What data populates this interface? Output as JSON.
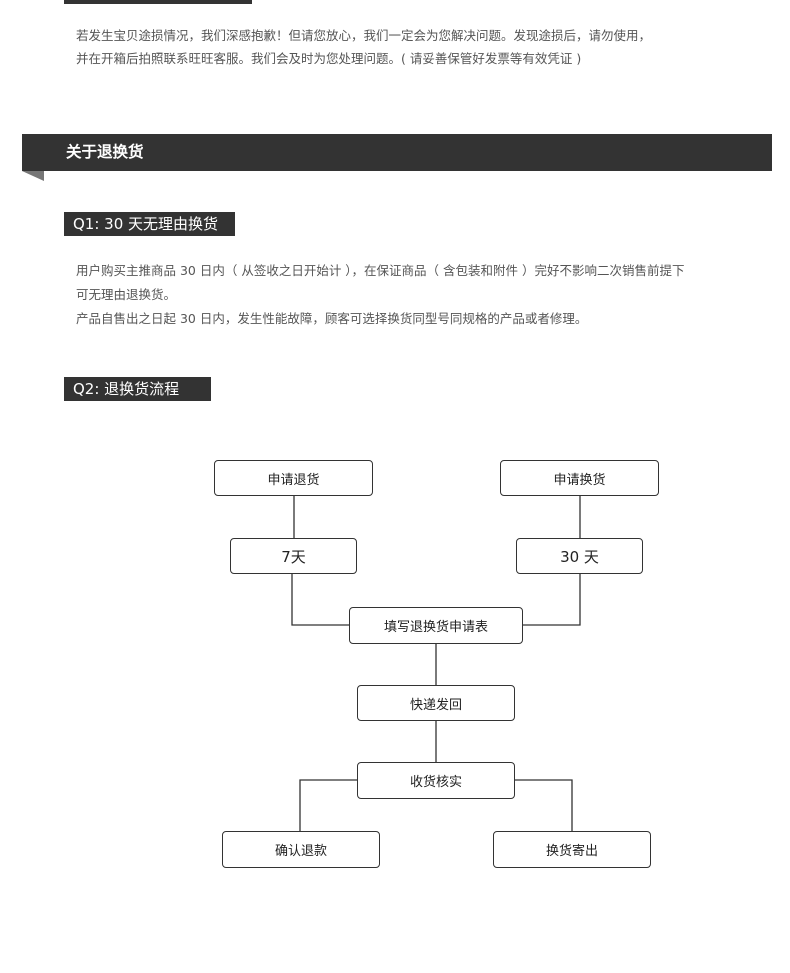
{
  "notice": {
    "line1": "若发生宝贝途损情况，我们深感抱歉！但请您放心，我们一定会为您解决问题。发现途损后，请勿使用，",
    "line2": "并在开箱后拍照联系旺旺客服。我们会及时为您处理问题。( 请妥善保管好发票等有效凭证 )"
  },
  "section": {
    "title": "关于退换货"
  },
  "q1": {
    "label": "Q1: 30 天无理由换货",
    "line1": "用户购买主推商品 30 日内（ 从签收之日开始计 ），在保证商品（ 含包装和附件 ）完好不影响二次销售前提下",
    "line2": "可无理由退换货。",
    "line3": "产品自售出之日起 30 日内，发生性能故障，顾客可选择换货同型号同规格的产品或者修理。"
  },
  "q2": {
    "label": "Q2: 退换货流程"
  },
  "flow": {
    "apply_return": "申请退货",
    "apply_exchange": "申请换货",
    "days_7": "7天",
    "days_30": "30 天",
    "fill_form": "填写退换货申请表",
    "ship_back": "快递发回",
    "check_goods": "收货核实",
    "confirm_refund": "确认退款",
    "exchange_ship": "换货寄出"
  }
}
